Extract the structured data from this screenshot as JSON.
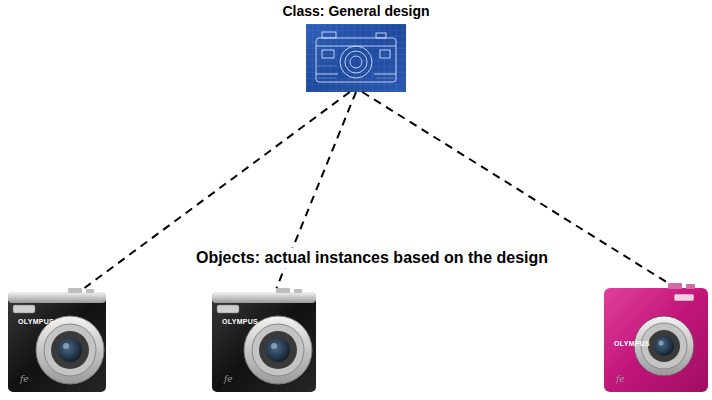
{
  "diagram": {
    "nodes": [
      {
        "text": [
          "Class: General design"
        ]
      },
      {
        "text": [
          "OLYMPUS",
          "fe"
        ]
      },
      {
        "text": [
          "OLYMPUS",
          "fe"
        ]
      },
      {
        "text": [
          "OLYMPUS",
          "fe"
        ]
      }
    ],
    "edges": [
      {
        "from": 0,
        "to": 1,
        "arrow": "none"
      },
      {
        "from": 0,
        "to": 2,
        "arrow": "none"
      },
      {
        "from": 0,
        "to": 3,
        "arrow": "none"
      }
    ],
    "labels": [
      "Objects: actual instances based on the design"
    ]
  }
}
